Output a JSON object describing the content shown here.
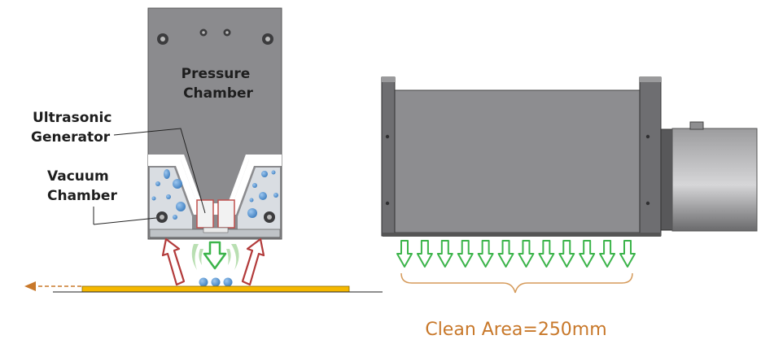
{
  "labels": {
    "pressure_line1": "Pressure",
    "pressure_line2": "Chamber",
    "ultrasonic_line1": "Ultrasonic",
    "ultrasonic_line2": "Generator",
    "vacuum_line1": "Vacuum",
    "vacuum_line2": "Chamber",
    "clean_area": "Clean Area=250mm"
  },
  "colors": {
    "housing": "#8a8a8d",
    "housing_dark": "#5a5a5d",
    "bubble": "#5b9bd5",
    "green_arrow": "#3cb44b",
    "red_arrow": "#b23a3a",
    "substrate": "#f5b800",
    "orange": "#c8782a"
  },
  "icons": [
    "air-flow-arrow-icon",
    "vacuum-suction-arrow-icon",
    "direction-arrow-icon"
  ]
}
